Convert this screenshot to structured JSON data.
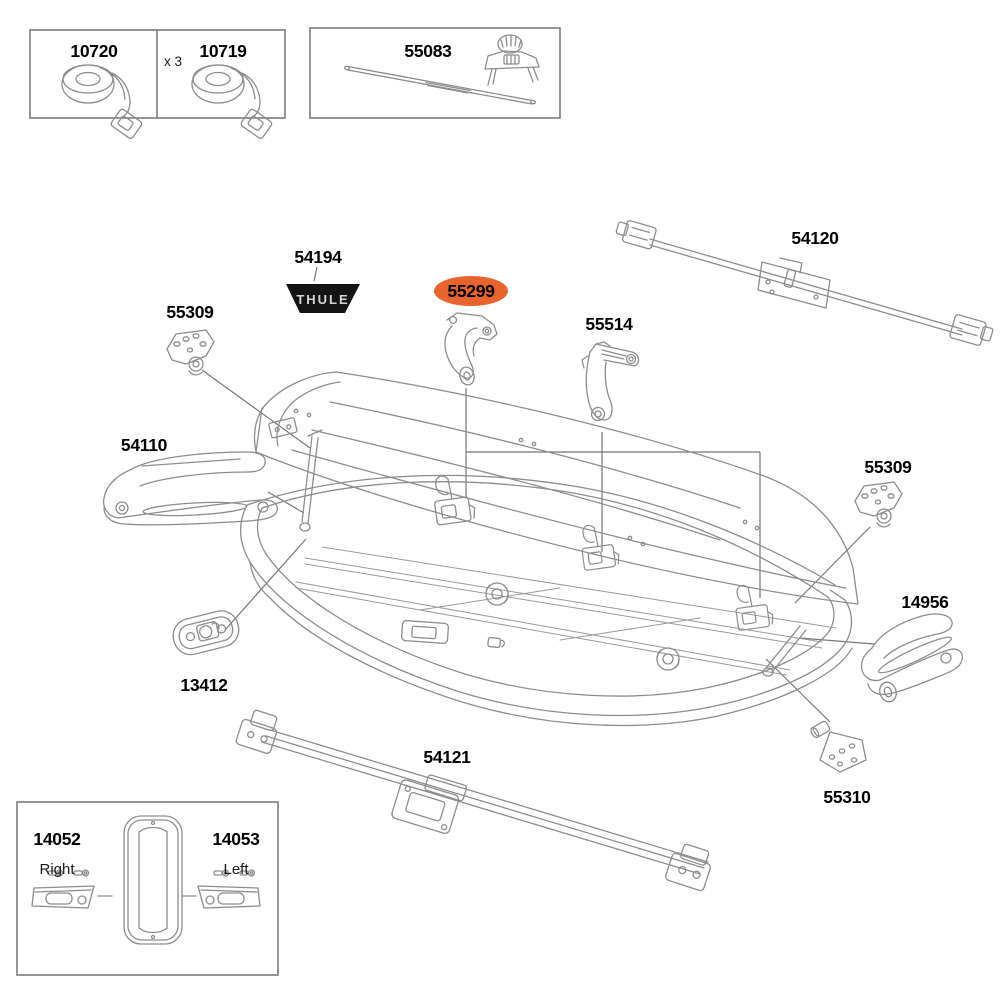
{
  "colors": {
    "highlight": "#E8642F",
    "badge_bg": "#141414",
    "line": "#8d8d8d",
    "text": "#000000"
  },
  "insets": {
    "straps": {
      "left": {
        "part_number": "10720"
      },
      "right": {
        "part_number": "10719",
        "quantity": "x 3"
      }
    },
    "lock_kit": {
      "part_number": "55083"
    },
    "base_caps": {
      "right_cap": {
        "part_number": "14052",
        "side": "Right"
      },
      "left_cap": {
        "part_number": "14053",
        "side": "Left"
      }
    }
  },
  "branding": {
    "part_number": "54194",
    "logo_text": "THULE"
  },
  "callouts": {
    "highlighted": {
      "part_number": "55299"
    },
    "locking_pin": {
      "part_number": "55514"
    },
    "rear_mount_bar": {
      "part_number": "54120"
    },
    "bracket_upper_left": {
      "part_number": "55309"
    },
    "lid_lifter_left": {
      "part_number": "54110"
    },
    "bracket_upper_right": {
      "part_number": "55309"
    },
    "lid_lifter_right": {
      "part_number": "14956"
    },
    "striker_plate": {
      "part_number": "13412"
    },
    "front_mount_bar": {
      "part_number": "54121"
    },
    "bracket_lower_right": {
      "part_number": "55310"
    }
  }
}
